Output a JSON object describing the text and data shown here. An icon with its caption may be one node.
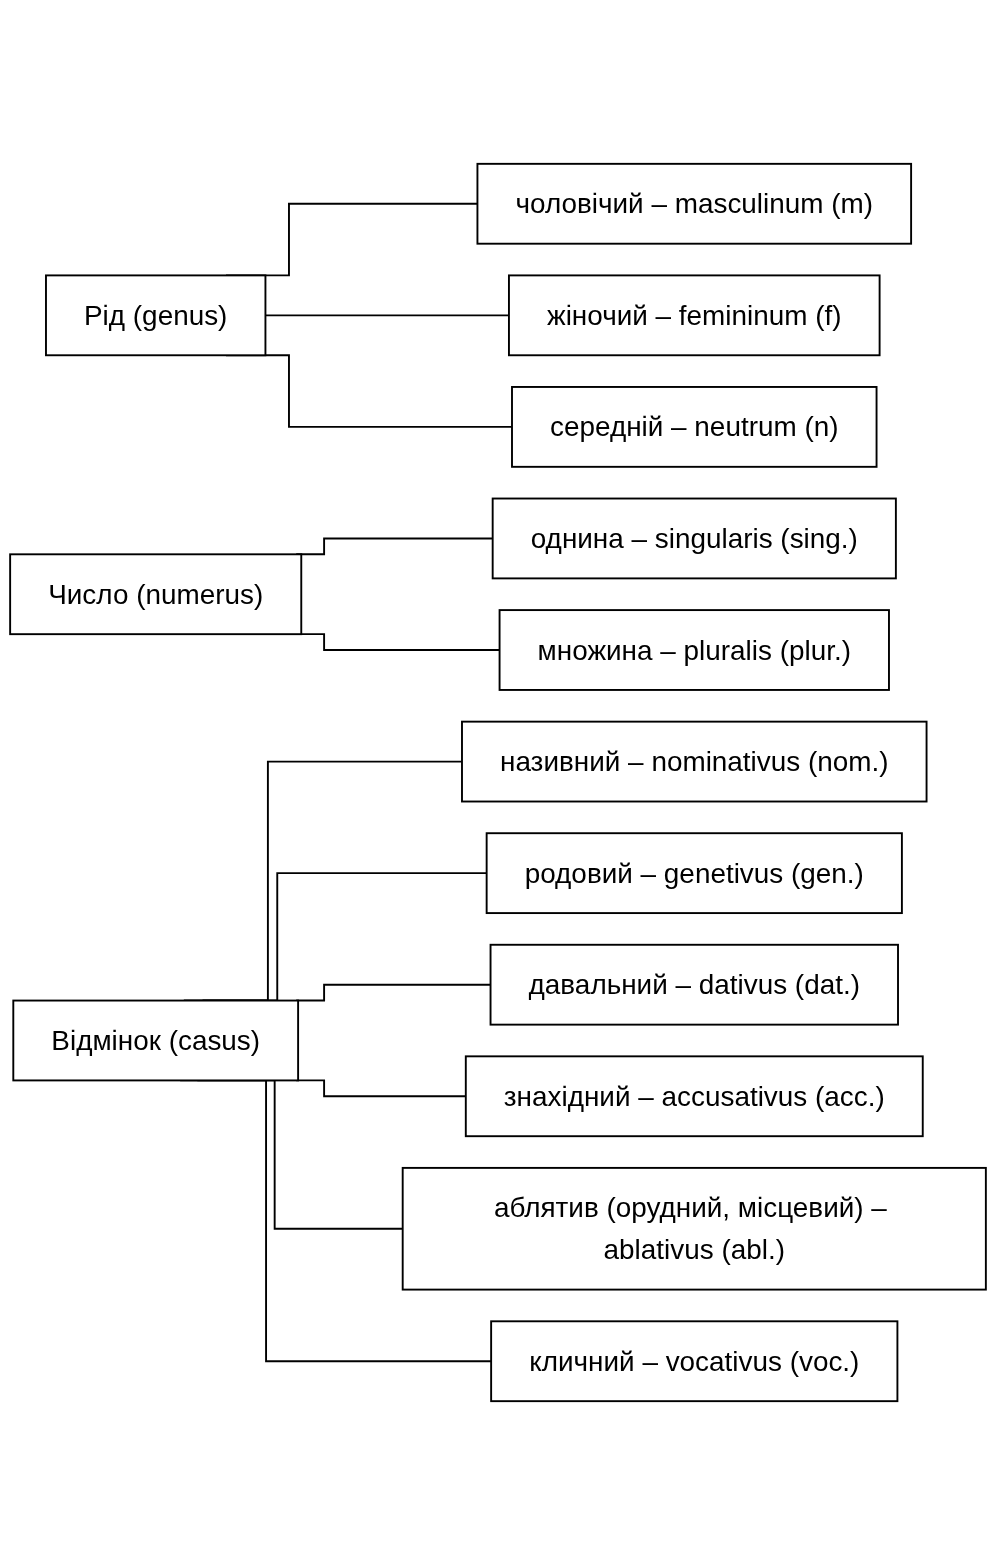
{
  "diagram": {
    "nodes": [
      {
        "text": [
          "Рід (genus)"
        ]
      },
      {
        "text": [
          "чоловічий – masculinum (m)"
        ]
      },
      {
        "text": [
          "жіночий – femininum (f)"
        ]
      },
      {
        "text": [
          "середній – neutrum (n)"
        ]
      },
      {
        "text": [
          "Число (numerus)"
        ]
      },
      {
        "text": [
          "однина – singularis (sing.)"
        ]
      },
      {
        "text": [
          "множина – pluralis (plur.)"
        ]
      },
      {
        "text": [
          "Відмінок (casus)"
        ]
      },
      {
        "text": [
          "називний – nominativus (nom.)"
        ]
      },
      {
        "text": [
          "родовий – genetivus (gen.)"
        ]
      },
      {
        "text": [
          "давальний – dativus (dat.)"
        ]
      },
      {
        "text": [
          "знахідний – accusativus (acc.)"
        ]
      },
      {
        "text": [
          "аблятив (орудний, місцевий) – ablativus (abl.)"
        ]
      },
      {
        "text": [
          "кличний – vocativus (voc.)"
        ]
      }
    ],
    "edges": [
      {
        "from": 0,
        "to": 1,
        "arrow": "none"
      },
      {
        "from": 0,
        "to": 2,
        "arrow": "none"
      },
      {
        "from": 0,
        "to": 3,
        "arrow": "none"
      },
      {
        "from": 4,
        "to": 5,
        "arrow": "none"
      },
      {
        "from": 4,
        "to": 6,
        "arrow": "none"
      },
      {
        "from": 7,
        "to": 8,
        "arrow": "none"
      },
      {
        "from": 7,
        "to": 9,
        "arrow": "none"
      },
      {
        "from": 7,
        "to": 10,
        "arrow": "none"
      },
      {
        "from": 7,
        "to": 11,
        "arrow": "none"
      },
      {
        "from": 7,
        "to": 12,
        "arrow": "none"
      },
      {
        "from": 7,
        "to": 13,
        "arrow": "none"
      }
    ]
  }
}
